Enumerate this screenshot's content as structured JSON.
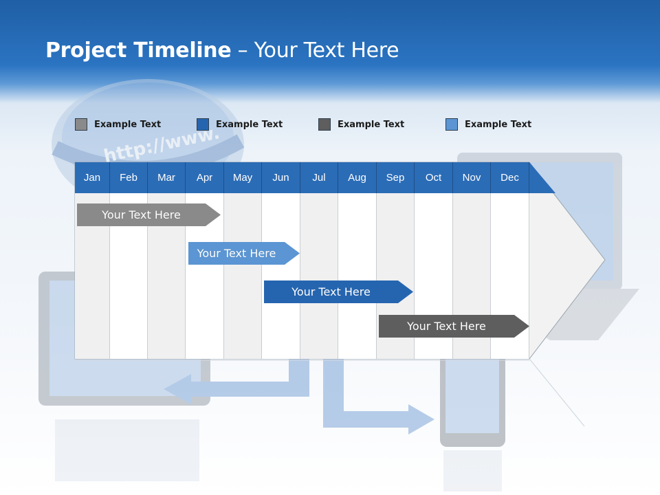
{
  "title": {
    "bold": "Project Timeline",
    "rest": " – Your Text Here"
  },
  "legend": [
    {
      "label": "Example Text",
      "color": "#8a8a8a"
    },
    {
      "label": "Example Text",
      "color": "#2565b0"
    },
    {
      "label": "Example Text",
      "color": "#5e5e5e"
    },
    {
      "label": "Example Text",
      "color": "#5b95d3"
    }
  ],
  "months": [
    "Jan",
    "Feb",
    "Mar",
    "Apr",
    "May",
    "Jun",
    "Jul",
    "Aug",
    "Sep",
    "Oct",
    "Nov",
    "Dec"
  ],
  "bars": [
    {
      "label": "Your  Text Here",
      "color": "#8a8a8a"
    },
    {
      "label": "Your  Text Here",
      "color": "#5b95d3"
    },
    {
      "label": "Your  Text Here",
      "color": "#2565b0"
    },
    {
      "label": "Your  Text Here",
      "color": "#5e5e5e"
    }
  ],
  "colors": {
    "header": "#2b6cb6",
    "arrow_fill": "#f2f2f2",
    "title_band": "#2b74c2"
  },
  "background_icons": [
    "globe-icon",
    "laptop-icon",
    "tablet-icon",
    "smartphone-icon",
    "arrow-left-icon",
    "arrow-right-icon"
  ]
}
